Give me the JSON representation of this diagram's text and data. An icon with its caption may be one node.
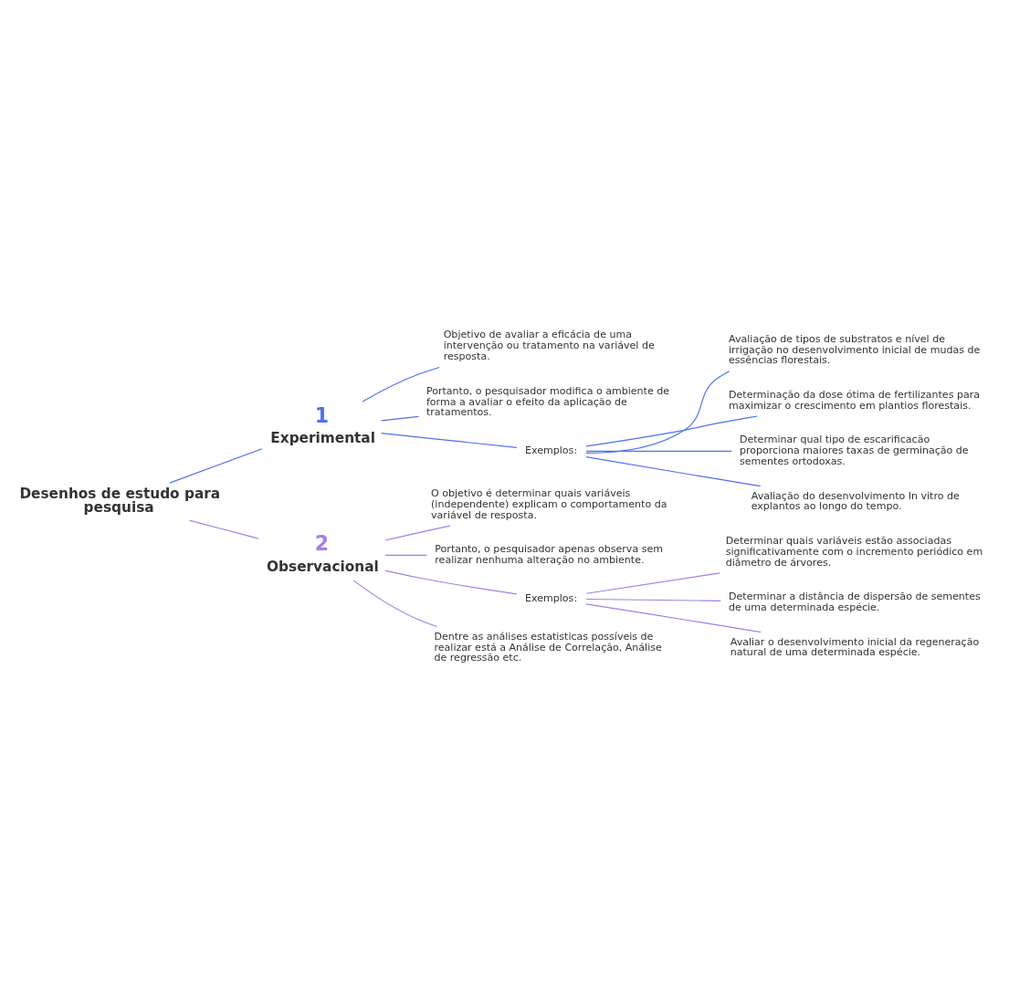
{
  "diagram": {
    "nodes": [
      {
        "text": [
          "Desenhos de estudo para pesquisa"
        ]
      },
      {
        "text": [
          "Experimental"
        ],
        "beside": [
          "1"
        ]
      },
      {
        "text": [
          "Objetivo de avaliar a eficácia de uma intervenção ou tratamento na variável de resposta."
        ]
      },
      {
        "text": [
          "Portanto, o pesquisador modifica o ambiente de forma a avaliar o efeito da aplicação de tratamentos."
        ]
      },
      {
        "text": [
          "Exemplos:"
        ]
      },
      {
        "text": [
          "Avaliação de tipos de substratos e nível de irrigação no desenvolvimento inicial de mudas de essências florestais."
        ]
      },
      {
        "text": [
          "Determinação da dose ótima de fertilizantes para maximizar o crescimento em plantios florestais."
        ]
      },
      {
        "text": [
          "Determinar qual tipo de escarificacão proporciona maiores taxas de germinação de sementes ortodoxas."
        ]
      },
      {
        "text": [
          "Avaliação do desenvolvimento In vitro de explantos ao longo do tempo."
        ]
      },
      {
        "text": [
          "Observacional"
        ],
        "beside": [
          "2"
        ]
      },
      {
        "text": [
          "O objetivo é determinar quais variáveis (independente) explicam o comportamento da variável de resposta."
        ]
      },
      {
        "text": [
          "Portanto, o pesquisador apenas observa sem realizar nenhuma alteração no ambiente."
        ]
      },
      {
        "text": [
          "Exemplos:"
        ]
      },
      {
        "text": [
          "Determinar quais variáveis estão associadas significativamente com o incremento periódico em diâmetro de árvores."
        ]
      },
      {
        "text": [
          "Determinar a distância de dispersão de sementes de uma determinada espécie."
        ]
      },
      {
        "text": [
          "Avaliar o desenvolvimento inicial da regeneração natural de uma determinada espécie."
        ]
      },
      {
        "text": [
          "Dentre as análises estatisticas possíveis de realizar está a Análise de Correlação, Análise de regressão etc."
        ]
      }
    ],
    "edges": [
      {
        "from": 0,
        "to": 1,
        "arrow": "none",
        "color": "#4a72f0"
      },
      {
        "from": 1,
        "to": 2,
        "arrow": "none",
        "color": "#4a72f0"
      },
      {
        "from": 1,
        "to": 3,
        "arrow": "none",
        "color": "#4a72f0"
      },
      {
        "from": 1,
        "to": 4,
        "arrow": "none",
        "color": "#4a72f0"
      },
      {
        "from": 4,
        "to": 5,
        "arrow": "none",
        "color": "#4a72f0"
      },
      {
        "from": 4,
        "to": 6,
        "arrow": "none",
        "color": "#4a72f0"
      },
      {
        "from": 4,
        "to": 7,
        "arrow": "none",
        "color": "#4a72f0"
      },
      {
        "from": 4,
        "to": 8,
        "arrow": "none",
        "color": "#4a72f0"
      },
      {
        "from": 0,
        "to": 9,
        "arrow": "none",
        "color": "#a47ee8"
      },
      {
        "from": 9,
        "to": 10,
        "arrow": "none",
        "color": "#a47ee8"
      },
      {
        "from": 9,
        "to": 11,
        "arrow": "none",
        "color": "#a47ee8"
      },
      {
        "from": 9,
        "to": 12,
        "arrow": "none",
        "color": "#a47ee8"
      },
      {
        "from": 12,
        "to": 13,
        "arrow": "none",
        "color": "#a47ee8"
      },
      {
        "from": 12,
        "to": 14,
        "arrow": "none",
        "color": "#a47ee8"
      },
      {
        "from": 12,
        "to": 15,
        "arrow": "none",
        "color": "#a47ee8"
      },
      {
        "from": 9,
        "to": 16,
        "arrow": "none",
        "color": "#a47ee8"
      }
    ]
  }
}
